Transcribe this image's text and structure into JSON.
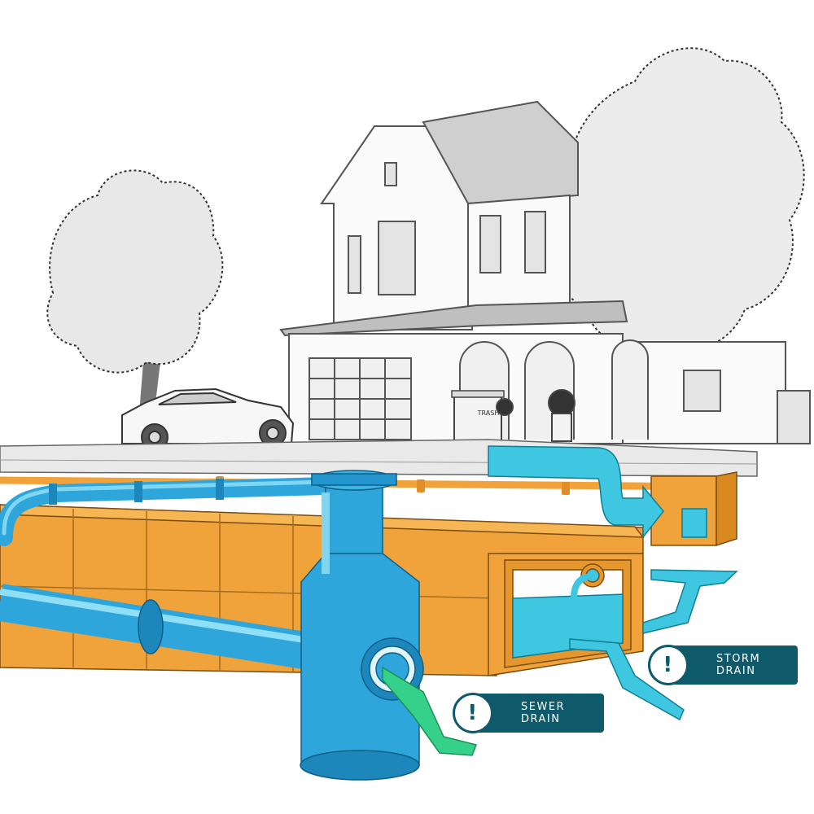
{
  "labels": {
    "storm_drain": "STORM DRAIN",
    "sewer_drain": "SEWER DRAIN",
    "trash_bin": "TRASH",
    "alert_glyph": "!"
  },
  "colors": {
    "water_blue": "#3fc6e0",
    "pipe_blue": "#2ea6dc",
    "vault_orange": "#f0a33a",
    "sewer_green": "#35d08a",
    "callout_teal": "#0f5a6a",
    "sketch_line": "#555555"
  },
  "icons": {
    "callout_marker": "exclamation-icon",
    "flow_marker": "arrow-right-icon"
  }
}
